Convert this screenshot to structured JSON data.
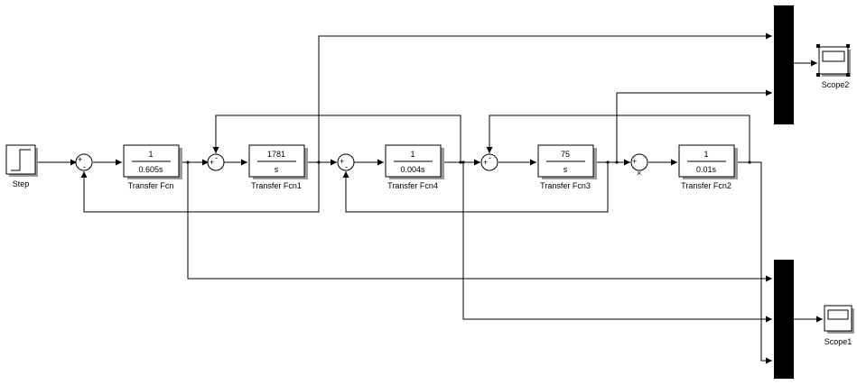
{
  "blocks": {
    "step": {
      "label": "Step"
    },
    "tf": {
      "num": "1",
      "den": "0.605s",
      "label": "Transfer Fcn"
    },
    "tf1": {
      "num": "1781",
      "den": "s",
      "label": "Transfer Fcn1"
    },
    "tf4": {
      "num": "1",
      "den": "0.004s",
      "label": "Transfer Fcn4"
    },
    "tf3": {
      "num": "75",
      "den": "s",
      "label": "Transfer Fcn3"
    },
    "tf2": {
      "num": "1",
      "den": "0.01s",
      "label": "Transfer Fcn2"
    },
    "scope1": {
      "label": "Scope1"
    },
    "scope2": {
      "label": "Scope2"
    }
  },
  "sums": {
    "sum1": {
      "signs": [
        "+",
        "-"
      ]
    },
    "sum2": {
      "signs": [
        "+",
        "-"
      ]
    },
    "sum3": {
      "signs": [
        "+",
        "-"
      ]
    },
    "sum4": {
      "signs": [
        "+",
        "-"
      ]
    },
    "sum5": {
      "signs": [
        "+",
        "×"
      ]
    }
  }
}
